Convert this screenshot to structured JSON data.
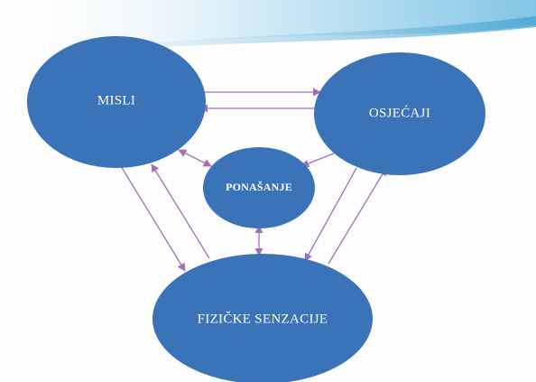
{
  "diagram": {
    "nodes": {
      "misli": "MISLI",
      "osjecaji": "OSJEĆAJI",
      "ponasanje": "PONAŠANJE",
      "fizicke": "FIZIČKE SENZACIJE"
    }
  },
  "colors": {
    "node_fill": "#3b73b9",
    "arrow": "#a46fb8",
    "banner": "#7fc6e6"
  }
}
